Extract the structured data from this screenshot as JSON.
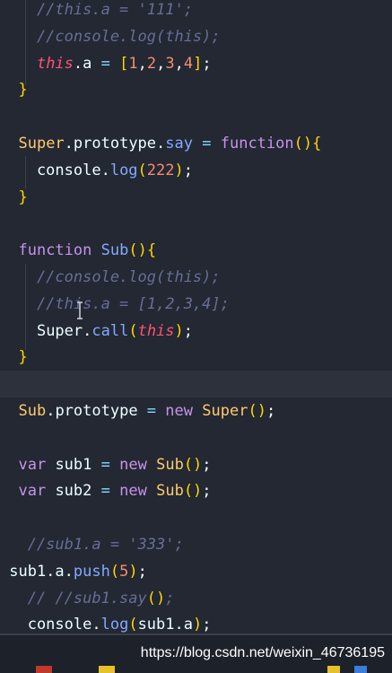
{
  "code": {
    "lines": [
      [
        {
          "t": "cm",
          "v": "    //this.a = '111';"
        }
      ],
      [
        {
          "t": "cm",
          "v": "    //console.log(this);"
        }
      ],
      [
        {
          "t": "plain",
          "v": "    "
        },
        {
          "t": "this",
          "v": "this"
        },
        {
          "t": "plain",
          "v": ".a "
        },
        {
          "t": "op",
          "v": "="
        },
        {
          "t": "plain",
          "v": " "
        },
        {
          "t": "paren",
          "v": "["
        },
        {
          "t": "num",
          "v": "1"
        },
        {
          "t": "plain",
          "v": ","
        },
        {
          "t": "num",
          "v": "2"
        },
        {
          "t": "plain",
          "v": ","
        },
        {
          "t": "num",
          "v": "3"
        },
        {
          "t": "plain",
          "v": ","
        },
        {
          "t": "num",
          "v": "4"
        },
        {
          "t": "paren",
          "v": "]"
        },
        {
          "t": "plain",
          "v": ";"
        }
      ],
      [
        {
          "t": "plain",
          "v": "  "
        },
        {
          "t": "brace",
          "v": "}"
        }
      ],
      [],
      [
        {
          "t": "plain",
          "v": "  "
        },
        {
          "t": "cls",
          "v": "Super"
        },
        {
          "t": "plain",
          "v": ".prototype."
        },
        {
          "t": "fn",
          "v": "say"
        },
        {
          "t": "plain",
          "v": " "
        },
        {
          "t": "op",
          "v": "="
        },
        {
          "t": "plain",
          "v": " "
        },
        {
          "t": "kw",
          "v": "function"
        },
        {
          "t": "paren",
          "v": "()"
        },
        {
          "t": "brace",
          "v": "{"
        }
      ],
      [
        {
          "t": "plain",
          "v": "    console."
        },
        {
          "t": "fn",
          "v": "log"
        },
        {
          "t": "paren",
          "v": "("
        },
        {
          "t": "num",
          "v": "222"
        },
        {
          "t": "paren",
          "v": ")"
        },
        {
          "t": "plain",
          "v": ";"
        }
      ],
      [
        {
          "t": "plain",
          "v": "  "
        },
        {
          "t": "brace",
          "v": "}"
        }
      ],
      [],
      [
        {
          "t": "plain",
          "v": "  "
        },
        {
          "t": "kw",
          "v": "function"
        },
        {
          "t": "plain",
          "v": " "
        },
        {
          "t": "fn",
          "v": "Sub"
        },
        {
          "t": "paren",
          "v": "()"
        },
        {
          "t": "brace",
          "v": "{"
        }
      ],
      [
        {
          "t": "cm",
          "v": "    //console.log(this);"
        }
      ],
      [
        {
          "t": "cm",
          "v": "    //this.a = [1,2,3,4];"
        }
      ],
      [
        {
          "t": "plain",
          "v": "    "
        },
        {
          "t": "plain",
          "v": "Super."
        },
        {
          "t": "fn",
          "v": "call"
        },
        {
          "t": "paren",
          "v": "("
        },
        {
          "t": "this",
          "v": "this"
        },
        {
          "t": "paren",
          "v": ")"
        },
        {
          "t": "plain",
          "v": ";"
        }
      ],
      [
        {
          "t": "plain",
          "v": "  "
        },
        {
          "t": "brace",
          "v": "}"
        }
      ],
      [],
      [
        {
          "t": "plain",
          "v": "  "
        },
        {
          "t": "cls",
          "v": "Sub"
        },
        {
          "t": "plain",
          "v": ".prototype "
        },
        {
          "t": "op",
          "v": "="
        },
        {
          "t": "plain",
          "v": " "
        },
        {
          "t": "kw",
          "v": "new"
        },
        {
          "t": "plain",
          "v": " "
        },
        {
          "t": "cls",
          "v": "Super"
        },
        {
          "t": "paren",
          "v": "()"
        },
        {
          "t": "plain",
          "v": ";"
        }
      ],
      [],
      [
        {
          "t": "plain",
          "v": "  "
        },
        {
          "t": "kw",
          "v": "var"
        },
        {
          "t": "plain",
          "v": " sub1 "
        },
        {
          "t": "op",
          "v": "="
        },
        {
          "t": "plain",
          "v": " "
        },
        {
          "t": "kw",
          "v": "new"
        },
        {
          "t": "plain",
          "v": " "
        },
        {
          "t": "cls",
          "v": "Sub"
        },
        {
          "t": "paren",
          "v": "()"
        },
        {
          "t": "plain",
          "v": ";"
        }
      ],
      [
        {
          "t": "plain",
          "v": "  "
        },
        {
          "t": "kw",
          "v": "var"
        },
        {
          "t": "plain",
          "v": " sub2 "
        },
        {
          "t": "op",
          "v": "="
        },
        {
          "t": "plain",
          "v": " "
        },
        {
          "t": "kw",
          "v": "new"
        },
        {
          "t": "plain",
          "v": " "
        },
        {
          "t": "cls",
          "v": "Sub"
        },
        {
          "t": "paren",
          "v": "()"
        },
        {
          "t": "plain",
          "v": ";"
        }
      ],
      [],
      [
        {
          "t": "cm",
          "v": "   //sub1.a = '333';"
        }
      ],
      [
        {
          "t": "plain",
          "v": " sub1.a."
        },
        {
          "t": "fn",
          "v": "push"
        },
        {
          "t": "paren",
          "v": "("
        },
        {
          "t": "num",
          "v": "5"
        },
        {
          "t": "paren",
          "v": ")"
        },
        {
          "t": "plain",
          "v": ";"
        }
      ],
      [
        {
          "t": "cm",
          "v": "   // //sub1.say"
        },
        {
          "t": "paren",
          "v": "()"
        },
        {
          "t": "cm",
          "v": ";"
        }
      ],
      [
        {
          "t": "plain",
          "v": "   console."
        },
        {
          "t": "fn",
          "v": "log"
        },
        {
          "t": "paren",
          "v": "("
        },
        {
          "t": "plain",
          "v": "sub1.a"
        },
        {
          "t": "paren",
          "v": ")"
        },
        {
          "t": "plain",
          "v": ";"
        }
      ]
    ],
    "current_line": 14
  },
  "watermark": "https://blog.csdn.net/weixin_46736195",
  "colors": {
    "background": "#232833",
    "keyword": "#c792ea",
    "function": "#82aaff",
    "class": "#ffcb6b",
    "number": "#f78c6c",
    "this": "#ff5370",
    "comment": "#676e95"
  }
}
